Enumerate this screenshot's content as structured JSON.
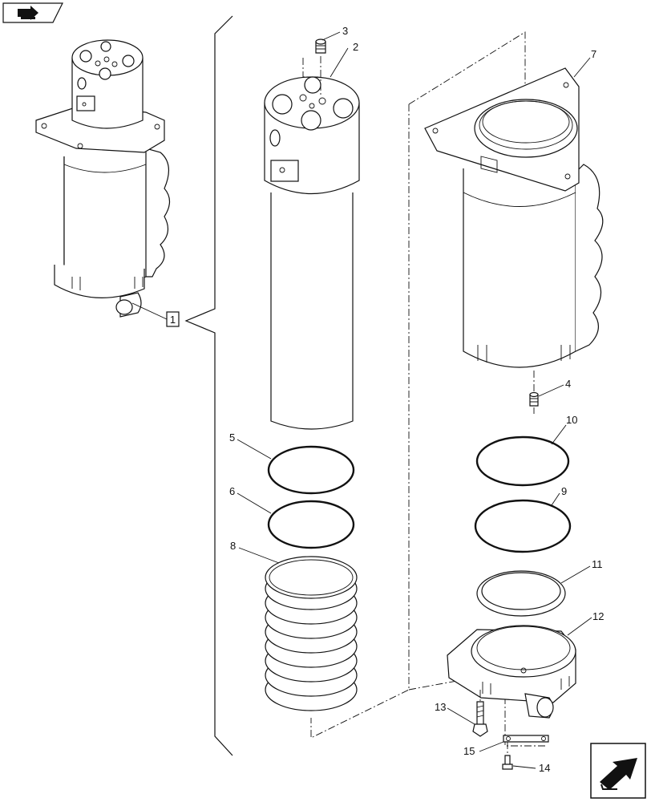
{
  "figure": {
    "callouts": [
      {
        "id": "c1",
        "label": "1"
      },
      {
        "id": "c2",
        "label": "2"
      },
      {
        "id": "c3",
        "label": "3"
      },
      {
        "id": "c4",
        "label": "4"
      },
      {
        "id": "c5",
        "label": "5"
      },
      {
        "id": "c6",
        "label": "6"
      },
      {
        "id": "c7",
        "label": "7"
      },
      {
        "id": "c8",
        "label": "8"
      },
      {
        "id": "c9",
        "label": "9"
      },
      {
        "id": "c10",
        "label": "10"
      },
      {
        "id": "c11",
        "label": "11"
      },
      {
        "id": "c12",
        "label": "12"
      },
      {
        "id": "c13",
        "label": "13"
      },
      {
        "id": "c14",
        "label": "14"
      },
      {
        "id": "c15",
        "label": "15"
      }
    ],
    "icons": {
      "top_left": "book-arrow-icon",
      "bottom_right": "next-page-arrow-icon"
    }
  }
}
